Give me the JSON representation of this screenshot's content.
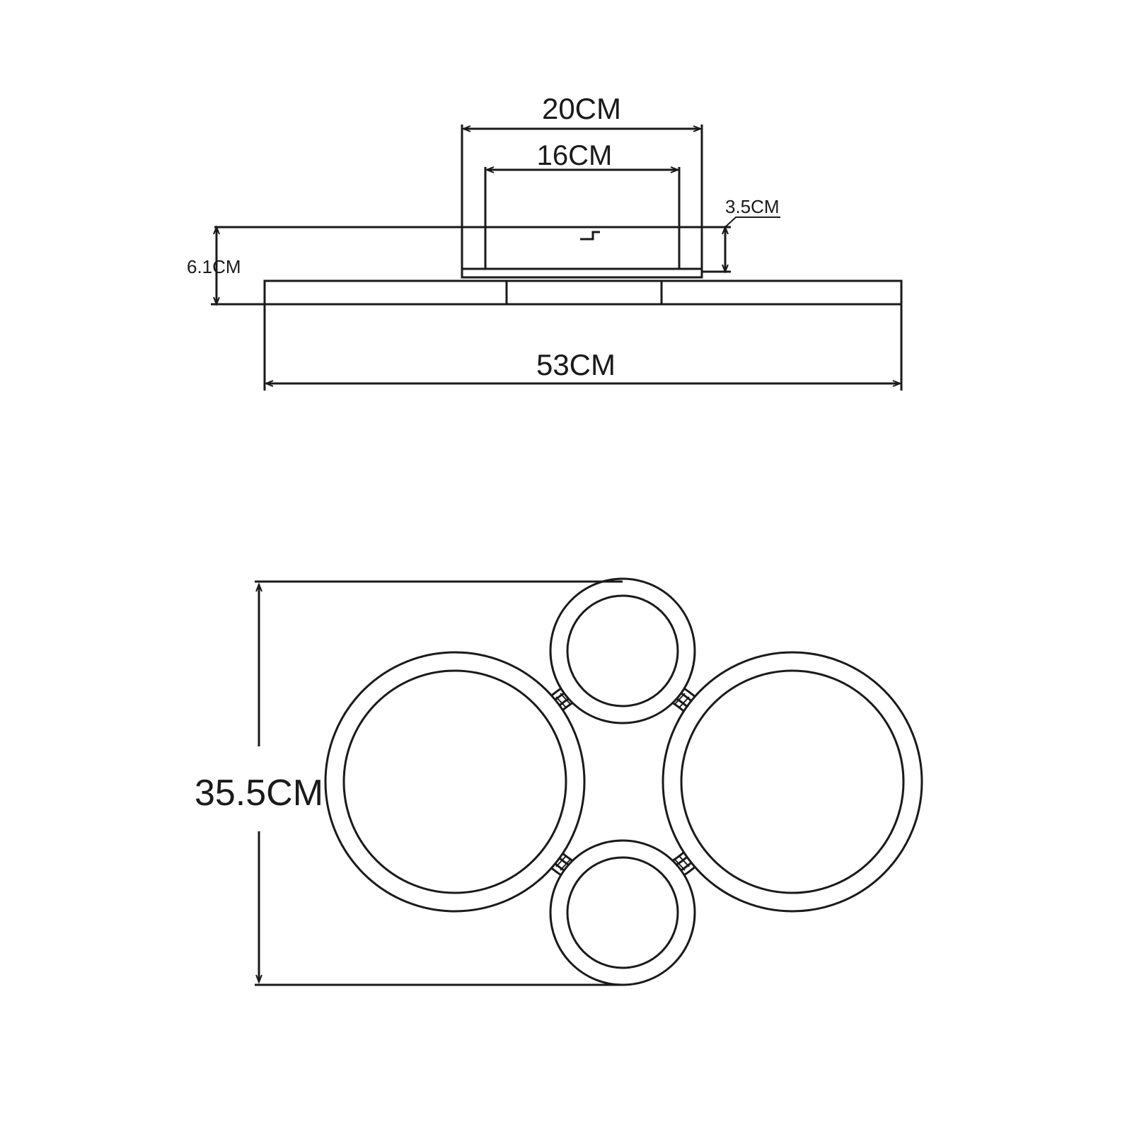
{
  "side_view": {
    "outer_width_label": "20CM",
    "inner_width_label": "16CM",
    "mount_depth_label": "3.5CM",
    "total_height_label": "6.1CM",
    "overall_width_label": "53CM"
  },
  "top_view": {
    "overall_depth_label": "35.5CM"
  },
  "colors": {
    "line": "#1a1a1a",
    "background": "#ffffff"
  }
}
